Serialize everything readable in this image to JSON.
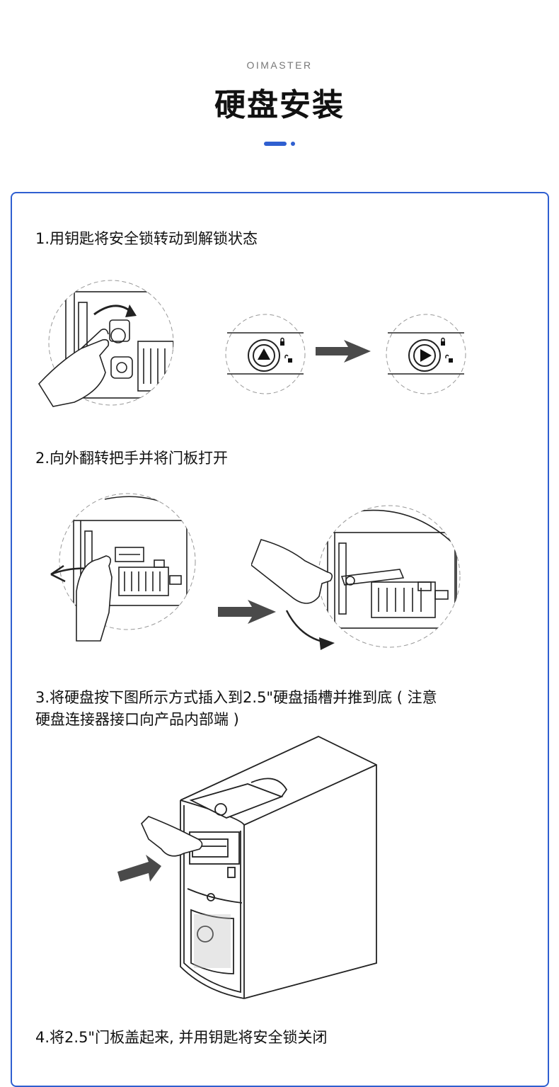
{
  "header": {
    "brand": "OIMASTER",
    "title": "硬盘安装",
    "accent_color": "#2f5fd0"
  },
  "steps": [
    {
      "text": "1.用钥匙将安全锁转动到解锁状态"
    },
    {
      "text": "2.向外翻转把手并将门板打开"
    },
    {
      "line1": "3.将硬盘按下图所示方式插入到2.5\"硬盘插槽并推到底 ( 注意",
      "line2": "硬盘连接器接口向产品内部端 )"
    },
    {
      "text": "4.将2.5\"门板盖起来, 并用钥匙将安全锁关闭"
    }
  ],
  "icons": {
    "step1": [
      "hand-key-icon",
      "lock-locked-state-icon",
      "arrow-right-icon",
      "lock-unlocked-state-icon"
    ],
    "step2": [
      "hand-flip-handle-icon",
      "arrow-right-icon",
      "hand-open-door-icon"
    ],
    "step3": [
      "pc-tower-insert-drive-icon"
    ]
  }
}
